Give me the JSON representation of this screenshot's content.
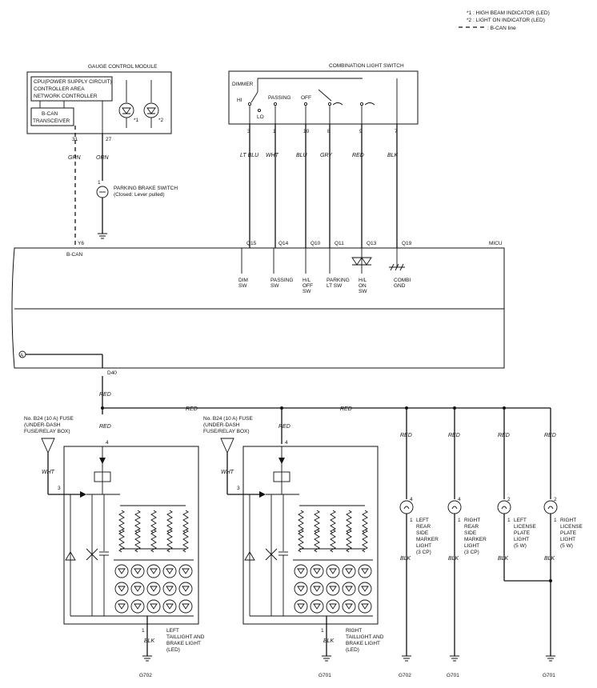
{
  "legend": {
    "note1": "*1 : HIGH BEAM INDICATOR (LED)",
    "note2": "*2 : LIGHT ON INDICATOR (LED)",
    "note3": ": B-CAN line"
  },
  "gauge_module": {
    "title": "GAUGE CONTROL MODULE",
    "cpu_line1": "CPU(POWER SUPPLY CIRCUIT)",
    "cpu_line2": "CONTROLLER AREA",
    "cpu_line3": "NETWORK CONTROLLER",
    "bcan_line1": "B-CAN",
    "bcan_line2": "TRANSCEIVER",
    "ind1_label": "*1",
    "ind2_label": "*2",
    "pin31": "31",
    "pin27": "27",
    "wire31": "GRN",
    "wire27": "ORN"
  },
  "parking_brake": {
    "pin": "1",
    "line1": "PARKING BRAKE SWITCH",
    "line2": "(Closed: Lever pulled)"
  },
  "combo_switch": {
    "title": "COMBINATION LIGHT SWITCH",
    "dimmer": "DIMMER",
    "hi": "HI",
    "lo": "LO",
    "passing": "PASSING",
    "off": "OFF",
    "pins": [
      "3",
      "1",
      "10",
      "8",
      "9",
      "7"
    ],
    "wires": [
      "LT BLU",
      "WHT",
      "BLU",
      "GRY",
      "RED",
      "BLK"
    ]
  },
  "micu": {
    "name": "MICU",
    "y6": "Y6",
    "bcan": "B-CAN",
    "conns": [
      "Q15",
      "Q14",
      "Q10",
      "Q11",
      "Q13",
      "Q19"
    ],
    "inputs": [
      {
        "l1": "DIM",
        "l2": "SW",
        "l3": ""
      },
      {
        "l1": "PASSING",
        "l2": "SW",
        "l3": ""
      },
      {
        "l1": "H/L",
        "l2": "OFF",
        "l3": "SW"
      },
      {
        "l1": "PARKING",
        "l2": "LT SW",
        "l3": ""
      },
      {
        "l1": "H/L",
        "l2": "ON",
        "l3": "SW"
      },
      {
        "l1": "COMBI",
        "l2": "GND",
        "l3": ""
      }
    ],
    "point_a": "A",
    "out_conn": "D40",
    "out_wire": "RED"
  },
  "feed": {
    "red": "RED"
  },
  "left_lamp": {
    "fuse_l1": "No. B24 (10 A) FUSE",
    "fuse_l2": "(UNDER-DASH",
    "fuse_l3": "FUSE/RELAY BOX)",
    "wht": "WHT",
    "pin3": "3",
    "pin4": "4",
    "red": "RED",
    "pin1": "1",
    "blk": "BLK",
    "l1": "LEFT",
    "l2": "TAILLIGHT AND",
    "l3": "BRAKE LIGHT",
    "l4": "(LED)",
    "ground": "G702"
  },
  "right_lamp": {
    "fuse_l1": "No. B24 (10 A) FUSE",
    "fuse_l2": "(UNDER-DASH",
    "fuse_l3": "FUSE/RELAY BOX)",
    "wht": "WHT",
    "pin3": "3",
    "pin4": "4",
    "red": "RED",
    "pin1": "1",
    "blk": "BLK",
    "l1": "RIGHT",
    "l2": "TAILLIGHT AND",
    "l3": "BRAKE LIGHT",
    "l4": "(LED)",
    "ground": "G701"
  },
  "bulbs": [
    {
      "top_pin": "4",
      "wire_top": "RED",
      "wire_bot": "BLK",
      "bot_pin": "1",
      "lines": [
        "LEFT",
        "REAR",
        "SIDE",
        "MARKER",
        "LIGHT",
        "(3 CP)"
      ],
      "ground": "G702"
    },
    {
      "top_pin": "4",
      "wire_top": "RED",
      "wire_bot": "BLK",
      "bot_pin": "1",
      "lines": [
        "RIGHT",
        "REAR",
        "SIDE",
        "MARKER",
        "LIGHT",
        "(3 CP)"
      ],
      "ground": "G701"
    },
    {
      "top_pin": "2",
      "wire_top": "RED",
      "wire_bot": "BLK",
      "bot_pin": "1",
      "lines": [
        "LEFT",
        "LICENSE",
        "PLATE",
        "LIGHT",
        "(5 W)"
      ],
      "ground": ""
    },
    {
      "top_pin": "2",
      "wire_top": "RED",
      "wire_bot": "BLK",
      "bot_pin": "1",
      "lines": [
        "RIGHT",
        "LICENSE",
        "PLATE",
        "LIGHT",
        "(5 W)"
      ],
      "ground": "G701"
    }
  ]
}
